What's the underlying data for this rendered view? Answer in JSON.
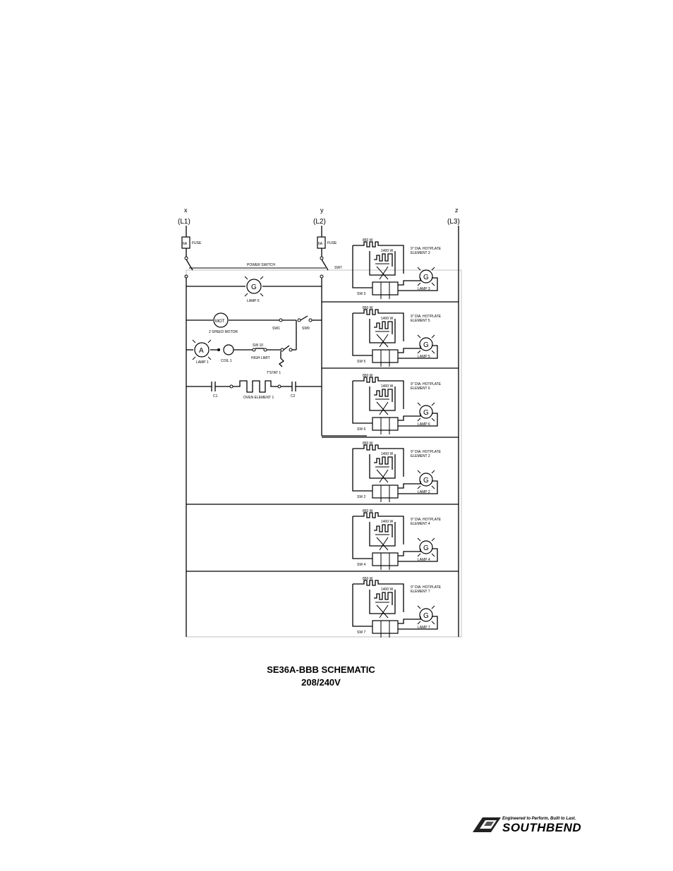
{
  "lines": [
    {
      "letter": "x",
      "name": "(L1)"
    },
    {
      "letter": "y",
      "name": "(L2)"
    },
    {
      "letter": "z",
      "name": "(L3)"
    }
  ],
  "fuse_label": "FUSE",
  "fuse_value": "6A",
  "power_switch": "POWER SWITCH",
  "sw7": "SW7",
  "lamp6_left": "LAMP 6",
  "motor": {
    "symbol": "MOT",
    "label": "2 SPEED MOTOR",
    "sw1": "SW1",
    "sw9": "SW9"
  },
  "oven_branch": {
    "lamp": "A",
    "lamp_label": "LAMP 1",
    "coil": "COIL 1",
    "sw10": "SW 10",
    "high_limit": "HIGH LIMIT",
    "tstat": "T'STAT 1"
  },
  "oven_element": {
    "c1": "C1",
    "label": "OVEN ELEMENT 1",
    "c2": "C2"
  },
  "hotplates": [
    {
      "title": "9\" DIA. HOTPLATE",
      "element": "ELEMENT 3",
      "lamp": "LAMP 3",
      "switch": "SW 3",
      "watts_a": "850 W",
      "watts_b": "1400 W"
    },
    {
      "title": "9\" DIA. HOTPLATE",
      "element": "ELEMENT 5",
      "lamp": "LAMP 5",
      "switch": "SW 5",
      "watts_a": "850 W",
      "watts_b": "1400 W"
    },
    {
      "title": "9\" DIA. HOTPLATE",
      "element": "ELEMENT 6",
      "lamp": "LAMP 6",
      "switch": "SW 6",
      "watts_a": "850 W",
      "watts_b": "1400 W"
    },
    {
      "title": "9\" DIA. HOTPLATE",
      "element": "ELEMENT 2",
      "lamp": "LAMP 2",
      "switch": "SW 2",
      "watts_a": "850 W",
      "watts_b": "1400 W"
    },
    {
      "title": "9\" DIA. HOTPLATE",
      "element": "ELEMENT 4",
      "lamp": "LAMP 4",
      "switch": "SW 4",
      "watts_a": "850 W",
      "watts_b": "1400 W"
    },
    {
      "title": "9\" DIA. HOTPLATE",
      "element": "ELEMENT 7",
      "lamp": "LAMP 7",
      "switch": "SW 7",
      "watts_a": "850 W",
      "watts_b": "1400 W"
    }
  ],
  "caption": {
    "line1": "SE36A-BBB SCHEMATIC",
    "line2": "208/240V"
  },
  "logo": {
    "tagline": "Engineered to Perform, Built to Last.",
    "word": "SOUTHBEND"
  }
}
